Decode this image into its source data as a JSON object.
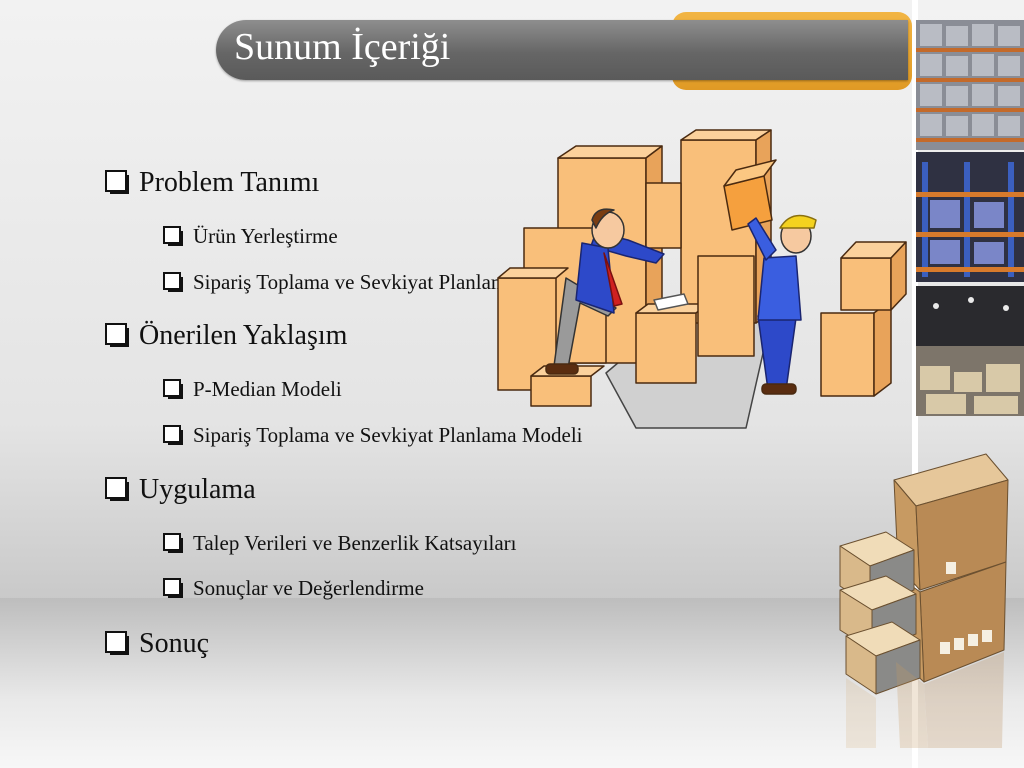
{
  "slide": {
    "title": "Sunum İçeriği"
  },
  "outline": {
    "sections": [
      {
        "label": "Problem Tanımı",
        "items": [
          "Ürün Yerleştirme",
          "Sipariş Toplama ve Sevkiyat Planlama"
        ]
      },
      {
        "label": "Önerilen Yaklaşım",
        "items": [
          "P-Median Modeli",
          "Sipariş Toplama ve Sevkiyat Planlama Modeli"
        ]
      },
      {
        "label": "Uygulama",
        "items": [
          "Talep Verileri ve Benzerlik Katsayıları",
          "Sonuçlar ve Değerlendirme"
        ]
      },
      {
        "label": "Sonuç",
        "items": []
      }
    ]
  },
  "theme": {
    "title_bar_color": "#666666",
    "accent_color": "#e9a431",
    "box_color": "#f9bf7a"
  }
}
